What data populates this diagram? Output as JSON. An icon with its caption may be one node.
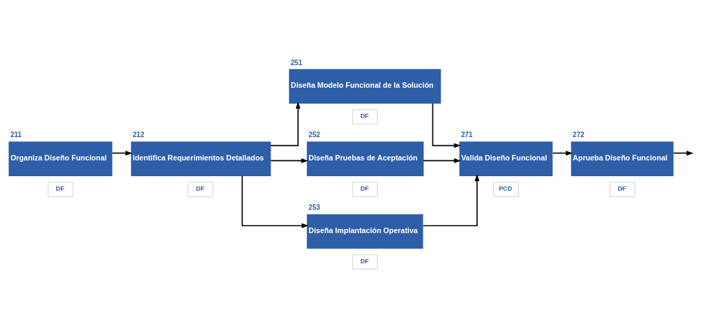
{
  "diagram": {
    "nodes": [
      {
        "text": [
          "211",
          "Organiza Diseño Funcional"
        ]
      },
      {
        "text": [
          "DF"
        ]
      },
      {
        "text": [
          "212",
          "Identifica Requerimientos Detallados"
        ]
      },
      {
        "text": [
          "DF"
        ]
      },
      {
        "text": [
          "251",
          "Diseña Modelo Funcional de la Solución"
        ]
      },
      {
        "text": [
          "DF"
        ]
      },
      {
        "text": [
          "252",
          "Diseña Pruebas de Aceptación"
        ]
      },
      {
        "text": [
          "DF"
        ]
      },
      {
        "text": [
          "253",
          "Diseña Implantación Operativa"
        ]
      },
      {
        "text": [
          "DF"
        ]
      },
      {
        "text": [
          "271",
          "Valida Diseño Funcional"
        ]
      },
      {
        "text": [
          "PCD"
        ]
      },
      {
        "text": [
          "272",
          "Aprueba Diseño Funcional"
        ]
      },
      {
        "text": [
          "DF"
        ]
      }
    ],
    "edges": [
      {
        "from": 0,
        "to": 2,
        "arrow": "to"
      },
      {
        "from": 2,
        "to": 4,
        "arrow": "to"
      },
      {
        "from": 2,
        "to": 6,
        "arrow": "to"
      },
      {
        "from": 2,
        "to": 8,
        "arrow": "to"
      },
      {
        "from": 4,
        "to": 10,
        "arrow": "to"
      },
      {
        "from": 6,
        "to": 10,
        "arrow": "to"
      },
      {
        "from": 8,
        "to": 10,
        "arrow": "to"
      },
      {
        "from": 10,
        "to": 12,
        "arrow": "to"
      },
      {
        "from": 12,
        "to": null,
        "arrow": "to"
      }
    ]
  }
}
